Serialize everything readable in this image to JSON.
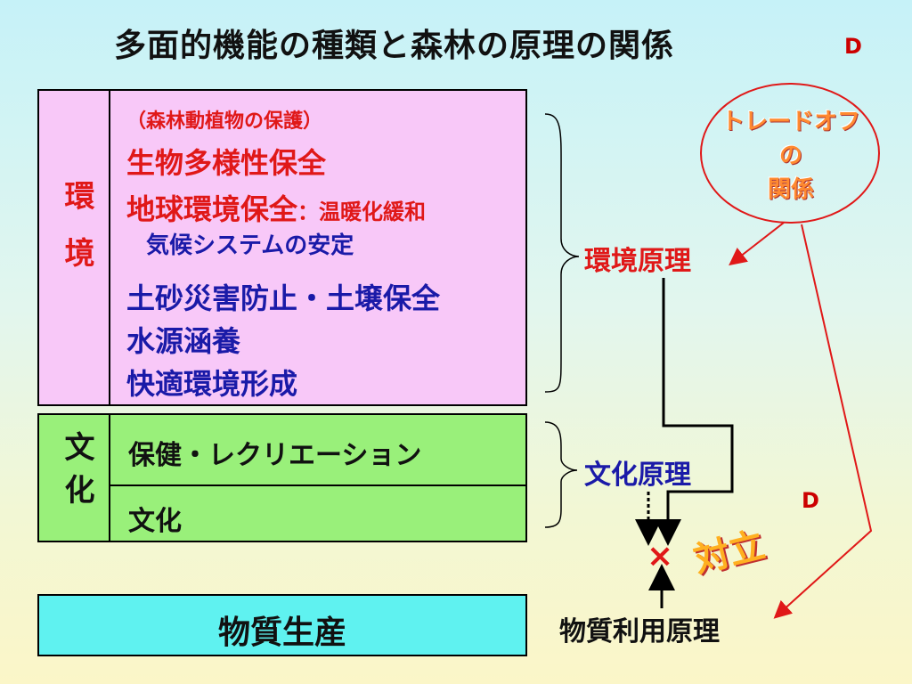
{
  "title": "多面的機能の種類と森林の原理の関係",
  "d_mark_top": "D",
  "d_mark_mid": "D",
  "env_section": {
    "label": "環境",
    "lines": [
      {
        "text": "（森林動植物の保護）",
        "color": "red"
      },
      {
        "text": "生物多様性保全",
        "color": "red"
      },
      {
        "text": "地球環境保全",
        "suffix": "：温暖化緩和",
        "color": "red"
      },
      {
        "text": "気候システムの安定",
        "color": "blue"
      },
      {
        "text": "土砂災害防止・土壌保全",
        "color": "blue"
      },
      {
        "text": "水源涵養",
        "color": "blue"
      },
      {
        "text": "快適環境形成",
        "color": "blue"
      }
    ]
  },
  "culture_section": {
    "label": "文化",
    "items": [
      "保健・レクリエーション",
      "文化"
    ]
  },
  "material_section": {
    "label": "物質生産"
  },
  "principles": {
    "env": "環境原理",
    "culture": "文化原理",
    "material": "物質利用原理"
  },
  "tradeoff_callout": [
    "トレードオフ",
    "の",
    "関係"
  ],
  "conflict_mark": "×",
  "conflict_label": "対立",
  "colors": {
    "red": "#e01818",
    "blue": "#1a1aa8",
    "pink": "#f8c8f8",
    "green": "#99f07a",
    "cyan": "#5ff2f0"
  }
}
